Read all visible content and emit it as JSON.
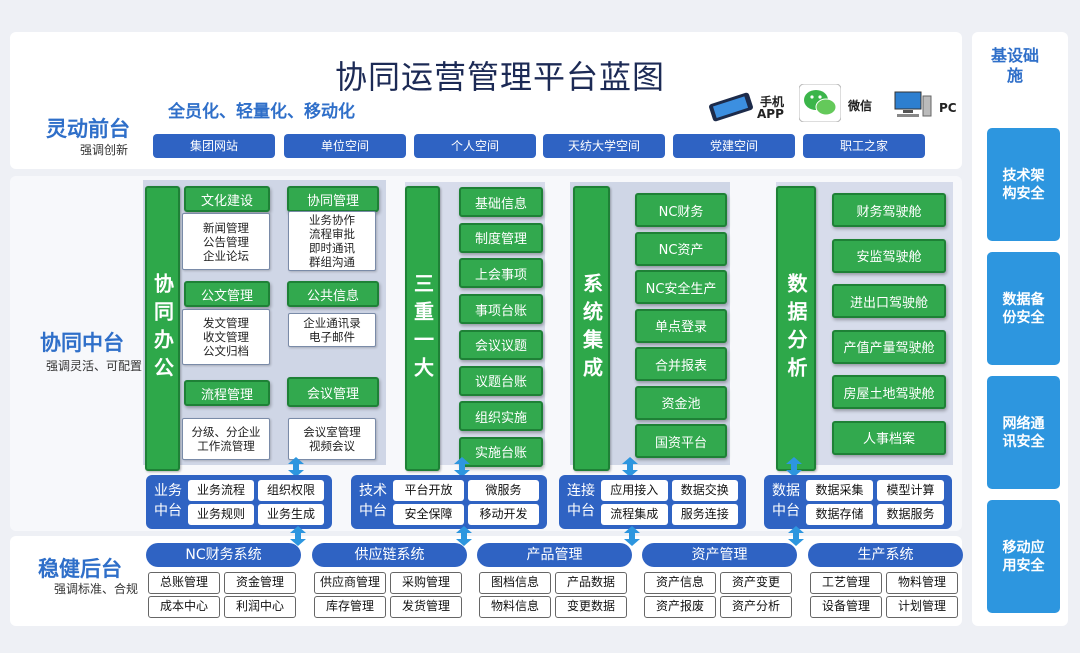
{
  "title": "协同运营管理平台蓝图",
  "front": {
    "title": "灵动前台",
    "subtitle": "强调创新",
    "slogan": "全员化、轻量化、移动化",
    "buttons": [
      "集团网站",
      "单位空间",
      "个人空间",
      "天纺大学空间",
      "党建空间",
      "职工之家"
    ],
    "devices": {
      "phone": "手机",
      "app": "APP",
      "wechat": "微信",
      "pc": "PC"
    }
  },
  "middle": {
    "title": "协同中台",
    "subtitle": "强调灵活、可配置",
    "office": {
      "label": "协同办公",
      "left": [
        {
          "head": "文化建设",
          "lines": [
            "新闻管理",
            "公告管理",
            "企业论坛"
          ]
        },
        {
          "head": "公文管理",
          "lines": [
            "发文管理",
            "收文管理",
            "公文归档"
          ]
        },
        {
          "head": "流程管理",
          "lines": [
            "分级、分企业",
            "工作流管理"
          ]
        }
      ],
      "right": [
        {
          "head": "协同管理",
          "lines": [
            "业务协作",
            "流程审批",
            "即时通讯",
            "群组沟通"
          ]
        },
        {
          "head": "公共信息",
          "lines": [
            "企业通讯录",
            "电子邮件"
          ]
        },
        {
          "head": "会议管理",
          "lines": [
            "会议室管理",
            "视频会议"
          ]
        }
      ]
    },
    "sanzhong": {
      "label": "三重一大",
      "items": [
        "基础信息",
        "制度管理",
        "上会事项",
        "事项台账",
        "会议议题",
        "议题台账",
        "组织实施",
        "实施台账"
      ]
    },
    "integration": {
      "label": "系统集成",
      "items": [
        "NC财务",
        "NC资产",
        "NC安全生产",
        "单点登录",
        "合并报表",
        "资金池",
        "国资平台"
      ]
    },
    "analysis": {
      "label": "数据分析",
      "items": [
        "财务驾驶舱",
        "安监驾驶舱",
        "进出口驾驶舱",
        "产值产量驾驶舱",
        "房屋土地驾驶舱",
        "人事档案"
      ]
    },
    "platforms": [
      {
        "label1": "业务",
        "label2": "中台",
        "items": [
          "业务流程",
          "组织权限",
          "业务规则",
          "业务生成"
        ]
      },
      {
        "label1": "技术",
        "label2": "中台",
        "items": [
          "平台开放",
          "微服务",
          "安全保障",
          "移动开发"
        ]
      },
      {
        "label1": "连接",
        "label2": "中台",
        "items": [
          "应用接入",
          "数据交换",
          "流程集成",
          "服务连接"
        ]
      },
      {
        "label1": "数据",
        "label2": "中台",
        "items": [
          "数据采集",
          "模型计算",
          "数据存储",
          "数据服务"
        ]
      }
    ]
  },
  "back": {
    "title": "稳健后台",
    "subtitle": "强调标准、合规",
    "systems": [
      {
        "head": "NC财务系统",
        "items": [
          "总账管理",
          "资金管理",
          "成本中心",
          "利润中心"
        ]
      },
      {
        "head": "供应链系统",
        "items": [
          "供应商管理",
          "采购管理",
          "库存管理",
          "发货管理"
        ]
      },
      {
        "head": "产品管理",
        "items": [
          "图档信息",
          "产品数据",
          "物料信息",
          "变更数据"
        ]
      },
      {
        "head": "资产管理",
        "items": [
          "资产信息",
          "资产变更",
          "资产报废",
          "资产分析"
        ]
      },
      {
        "head": "生产系统",
        "items": [
          "工艺管理",
          "物料管理",
          "设备管理",
          "计划管理"
        ]
      }
    ]
  },
  "infra": {
    "title": "基设础施",
    "boxes": [
      "技术架构安全",
      "数据备份安全",
      "网络通讯安全",
      "移动应用安全"
    ]
  },
  "colors": {
    "primary_blue": "#2f63c3",
    "green": "#32a94e",
    "infra_blue": "#2d96df",
    "title_blue": "#2f6fc9"
  }
}
